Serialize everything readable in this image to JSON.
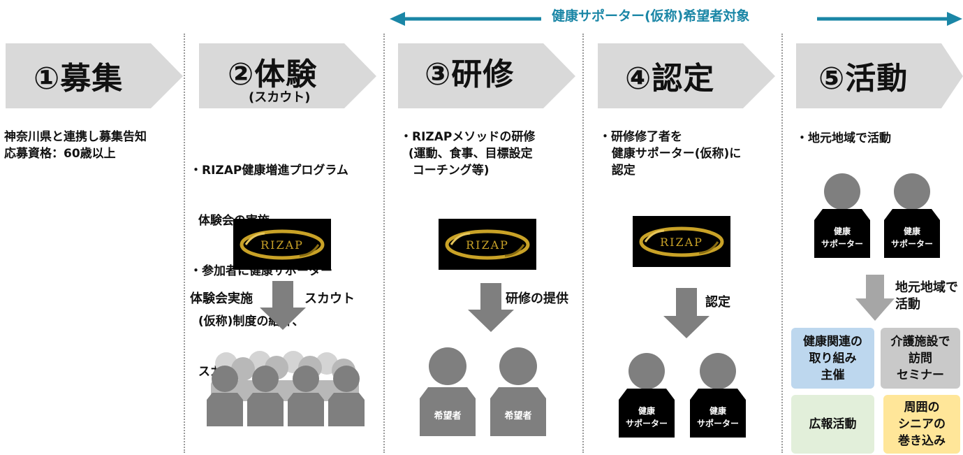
{
  "banner": {
    "text": "健康サポーター(仮称)希望者対象",
    "color": "#1a86a6"
  },
  "steps": [
    {
      "title": "①募集",
      "subtitle": ""
    },
    {
      "title": "②体験",
      "subtitle": "(スカウト)"
    },
    {
      "title": "③研修",
      "subtitle": ""
    },
    {
      "title": "④認定",
      "subtitle": ""
    },
    {
      "title": "⑤活動",
      "subtitle": ""
    }
  ],
  "descriptions": {
    "step1": [
      "神奈川県と連携し募集告知",
      "応募資格：60歳以上"
    ],
    "step2": [
      "・RIZAP健康増進プログラム",
      "  体験会の実施",
      "・参加者に健康サポーター",
      "  (仮称)制度の紹介、",
      "  スカウト"
    ],
    "step3": [
      "・RIZAPメソッドの研修",
      "  (運動、食事、目標設定",
      "   コーチング等)"
    ],
    "step4": [
      "・研修修了者を",
      "   健康サポーター(仮称)に",
      "   認定"
    ],
    "step5": [
      "・地元地域で活動"
    ]
  },
  "logo_text": "RIZAP",
  "arrow_labels": {
    "step2_left": "体験会実施",
    "step2_right": "スカウト",
    "step3": "研修の提供",
    "step4": "認定",
    "step5": [
      "地元地域で",
      "活動"
    ]
  },
  "person_labels": {
    "applicant": "希望者",
    "supporter_line1": "健康",
    "supporter_line2": "サポーター"
  },
  "activity_boxes": [
    {
      "text": "健康関連の\n取り組み\n主催",
      "color": "#bdd7ee"
    },
    {
      "text": "介護施設で\n訪問\nセミナー",
      "color": "#c9c9c9"
    },
    {
      "text": "広報活動",
      "color": "#e2efda"
    },
    {
      "text": "周囲の\nシニアの\n巻き込み",
      "color": "#ffe699"
    }
  ],
  "colors": {
    "chevron": "#d9d9d9",
    "arrow": "#7f7f7f",
    "person": "#7f7f7f",
    "supporter_body": "#000000",
    "logo_gold": "#c9a227"
  }
}
